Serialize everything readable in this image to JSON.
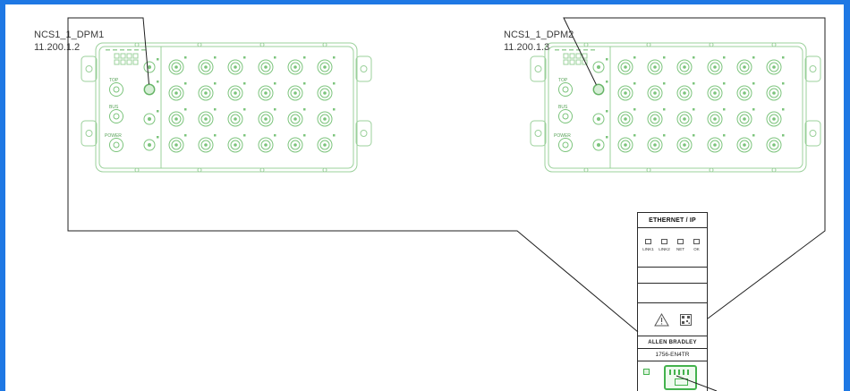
{
  "devices": [
    {
      "name": "NCS1_1_DPM1",
      "ip": "11.200.1.2",
      "left_labels": {
        "top": "TOP",
        "mid": "BUS",
        "bottom": "POWER"
      }
    },
    {
      "name": "NCS1_1_DPM2",
      "ip": "11.200.1.3",
      "left_labels": {
        "top": "TOP",
        "mid": "BUS",
        "bottom": "POWER"
      }
    }
  ],
  "plc_module": {
    "header": "ETHERNET / IP",
    "status_leds": [
      "LINK1",
      "LINK2",
      "NET",
      "OK"
    ],
    "brand": "ALLEN BRADLEY",
    "model": "1756-EN4TR"
  },
  "colors": {
    "frame_blue": "#1e78e4",
    "device_green": "#9bd09b",
    "port_green": "#43b24d",
    "wire_black": "#1f1f1f"
  }
}
